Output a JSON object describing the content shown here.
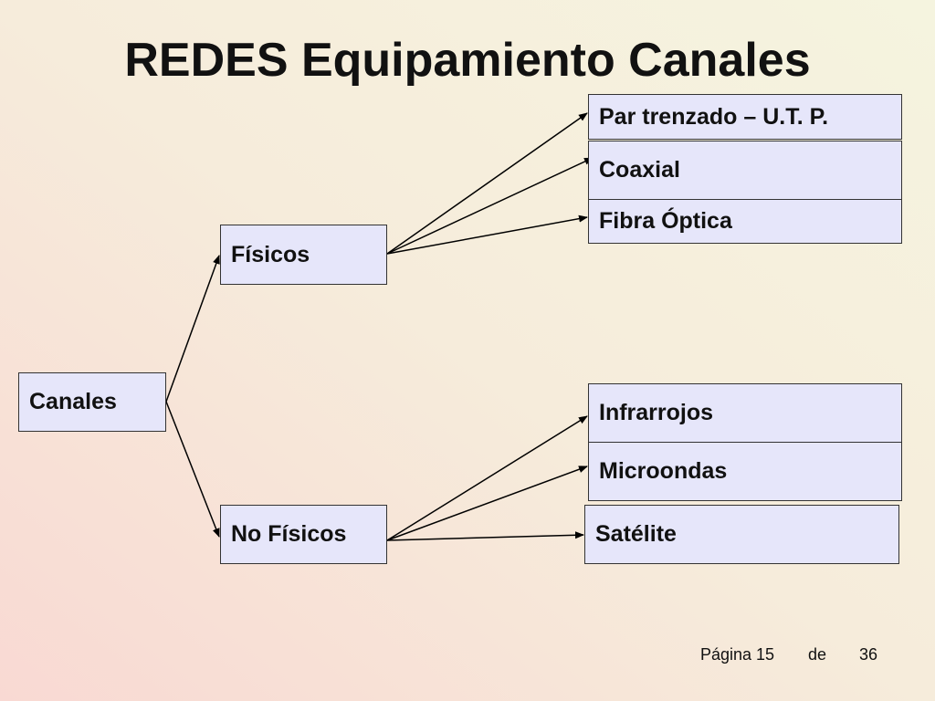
{
  "title": "REDES Equipamiento Canales",
  "nodes": {
    "canales": "Canales",
    "fisicos": "Físicos",
    "no_fisicos": "No Físicos",
    "par_trenzado": "Par trenzado – U.T. P.",
    "coaxial": "Coaxial",
    "fibra_optica": "Fibra Óptica",
    "infrarrojos": "Infrarrojos",
    "microondas": "Microondas",
    "satelite": "Satélite"
  },
  "edges": [
    [
      "canales",
      "fisicos"
    ],
    [
      "canales",
      "no_fisicos"
    ],
    [
      "fisicos",
      "par_trenzado"
    ],
    [
      "fisicos",
      "coaxial"
    ],
    [
      "fisicos",
      "fibra_optica"
    ],
    [
      "no_fisicos",
      "infrarrojos"
    ],
    [
      "no_fisicos",
      "microondas"
    ],
    [
      "no_fisicos",
      "satelite"
    ]
  ],
  "footer": {
    "page_label": "Página 15",
    "of_label": "de",
    "total": "36"
  },
  "colors": {
    "box_fill": "#e6e6fa",
    "box_border": "#333333",
    "arrow": "#000000"
  }
}
